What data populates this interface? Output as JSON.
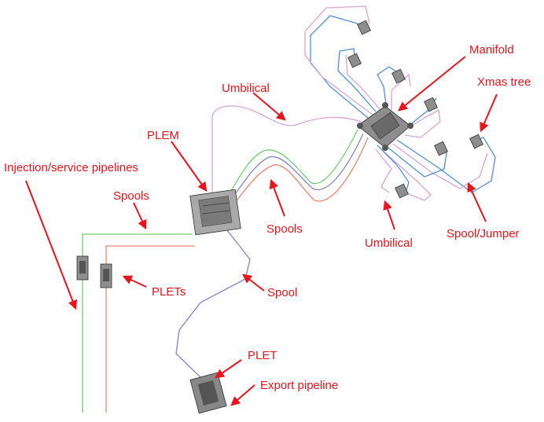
{
  "labels": {
    "manifold": "Manifold",
    "xmas_tree": "Xmas tree",
    "umbilical_top": "Umbilical",
    "plem": "PLEM",
    "injection": "Injection/service pipelines",
    "spools_left": "Spools",
    "spools_right": "Spools",
    "umbilical_bottom": "Umbilical",
    "spool_jumper": "Spool/Jumper",
    "plets": "PLETs",
    "spool": "Spool",
    "plet": "PLET",
    "export_pipeline": "Export pipeline"
  },
  "colors": {
    "label_text": "#e8141b",
    "arrow": "#e8141b",
    "umbilical_line": "#d9a3d6",
    "injection_line": "#6fcf6f",
    "service_line": "#e9836f",
    "spool_line": "#7f84cc",
    "jumper_line": "#4f8fd6",
    "equipment": "#8d8d8d"
  }
}
